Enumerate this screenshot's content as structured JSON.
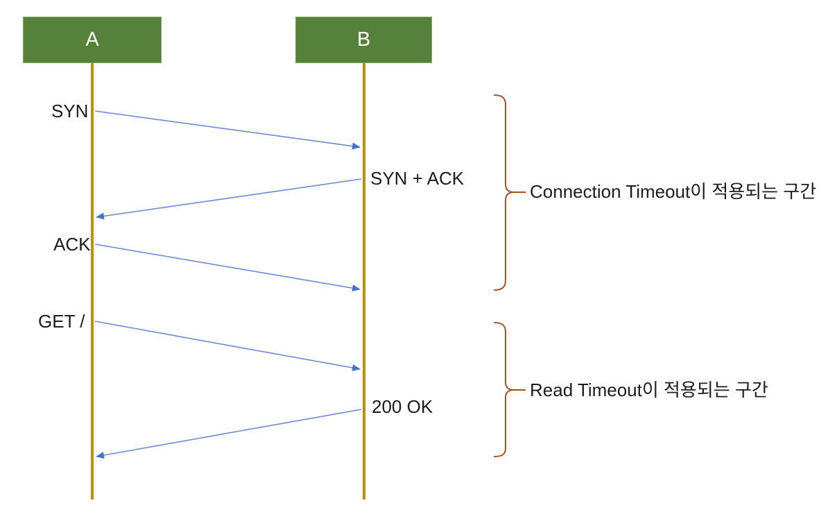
{
  "diagram": {
    "title": "TCP handshake / HTTP request sequence diagram",
    "actors": [
      {
        "id": "A",
        "label": "A"
      },
      {
        "id": "B",
        "label": "B"
      }
    ],
    "messages": [
      {
        "label": "SYN",
        "from": "A",
        "to": "B"
      },
      {
        "label": "SYN + ACK",
        "from": "B",
        "to": "A"
      },
      {
        "label": "ACK",
        "from": "A",
        "to": "B"
      },
      {
        "label": "GET /",
        "from": "A",
        "to": "B"
      },
      {
        "label": "200 OK",
        "from": "B",
        "to": "A"
      }
    ],
    "annotations": [
      {
        "label": "Connection Timeout이 적용되는 구간",
        "covers": [
          "SYN",
          "SYN + ACK",
          "ACK"
        ]
      },
      {
        "label": "Read Timeout이 적용되는 구간",
        "covers": [
          "GET /",
          "200 OK"
        ]
      }
    ],
    "colors": {
      "actor_fill": "#55813B",
      "actor_border": "#79A35E",
      "actor_text": "#FFFFFF",
      "lifeline": "#BF9000",
      "arrow_line": "#6B89D4",
      "arrow_head": "#4472C4",
      "brace": "#A5511E",
      "text": "#1C1C1C",
      "background": "#FFFFFF"
    }
  }
}
